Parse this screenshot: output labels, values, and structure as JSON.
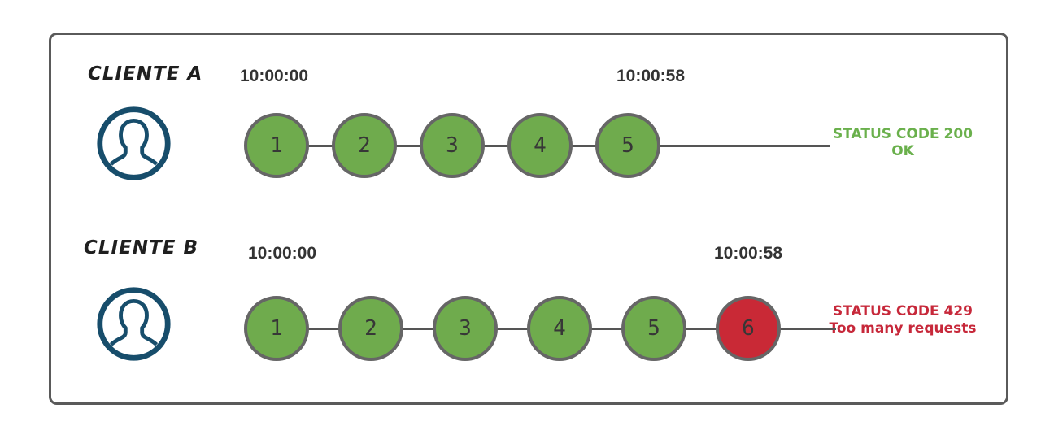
{
  "colors": {
    "ok_green": "#6fab4d",
    "error_red": "#c92936",
    "status_green": "#6ab04c",
    "status_red": "#c7283a",
    "circle_border": "#666666",
    "line": "#555555",
    "avatar_navy": "#174d6b",
    "timestamp": "#333333",
    "box_border": "#5a5a5a"
  },
  "rows": [
    {
      "client_label": "CLIENTE A",
      "start_time": "10:00:00",
      "end_time": "10:00:58",
      "requests": [
        "1",
        "2",
        "3",
        "4",
        "5"
      ],
      "status_line1": "STATUS CODE 200",
      "status_line2": "OK",
      "outcome": "ok"
    },
    {
      "client_label": "CLIENTE B",
      "start_time": "10:00:00",
      "end_time": "10:00:58",
      "requests": [
        "1",
        "2",
        "3",
        "4",
        "5",
        "6"
      ],
      "status_line1": "STATUS CODE 429",
      "status_line2": "Too many requests",
      "outcome": "rate_limited"
    }
  ]
}
